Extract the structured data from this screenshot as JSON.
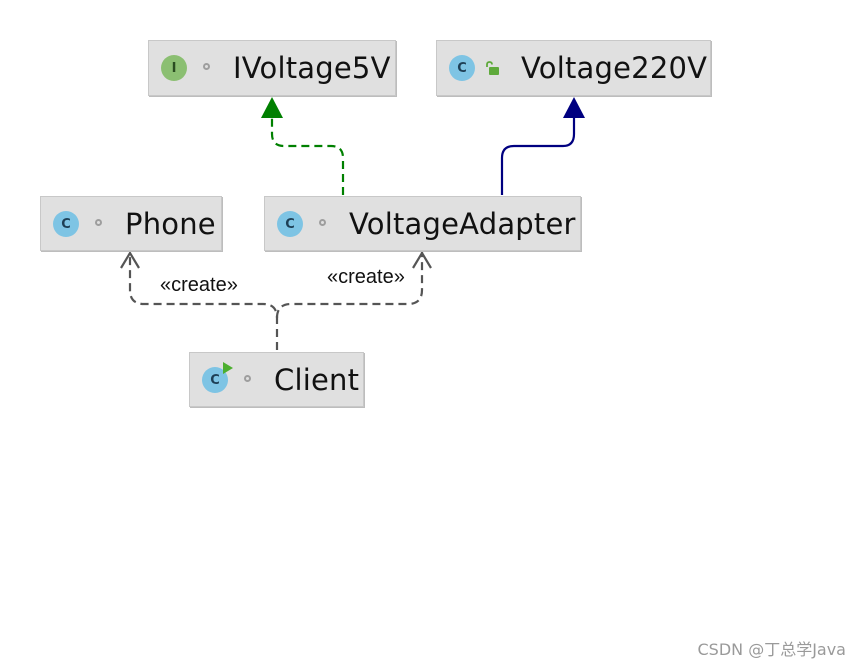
{
  "nodes": {
    "ivoltage5v": {
      "name": "IVoltage5V",
      "kind": "interface",
      "icon_letter": "I",
      "icon": "interface-icon"
    },
    "voltage220v": {
      "name": "Voltage220V",
      "kind": "class",
      "icon_letter": "C",
      "icon": "class-icon",
      "visibility_icon": "open-lock-icon"
    },
    "phone": {
      "name": "Phone",
      "kind": "class",
      "icon_letter": "C",
      "icon": "class-icon"
    },
    "voltageadapter": {
      "name": "VoltageAdapter",
      "kind": "class",
      "icon_letter": "C",
      "icon": "class-icon"
    },
    "client": {
      "name": "Client",
      "kind": "class",
      "icon_letter": "C",
      "icon": "runnable-class-icon"
    }
  },
  "edges": [
    {
      "from": "VoltageAdapter",
      "to": "IVoltage5V",
      "relation": "implements",
      "style": "dashed",
      "color": "#008000"
    },
    {
      "from": "VoltageAdapter",
      "to": "Voltage220V",
      "relation": "extends",
      "style": "solid",
      "color": "#000080"
    },
    {
      "from": "Client",
      "to": "Phone",
      "relation": "dependency",
      "style": "dashed",
      "color": "#555555",
      "label": "«create»"
    },
    {
      "from": "Client",
      "to": "VoltageAdapter",
      "relation": "dependency",
      "style": "dashed",
      "color": "#555555",
      "label": "«create»"
    }
  ],
  "colors": {
    "interface_icon": "#8bbf72",
    "class_icon": "#7ec4e4",
    "node_fill": "#e0e0e0",
    "implements_arrow": "#008000",
    "extends_arrow": "#000080",
    "dependency_arrow": "#555555"
  },
  "watermark": "CSDN @丁总学Java"
}
